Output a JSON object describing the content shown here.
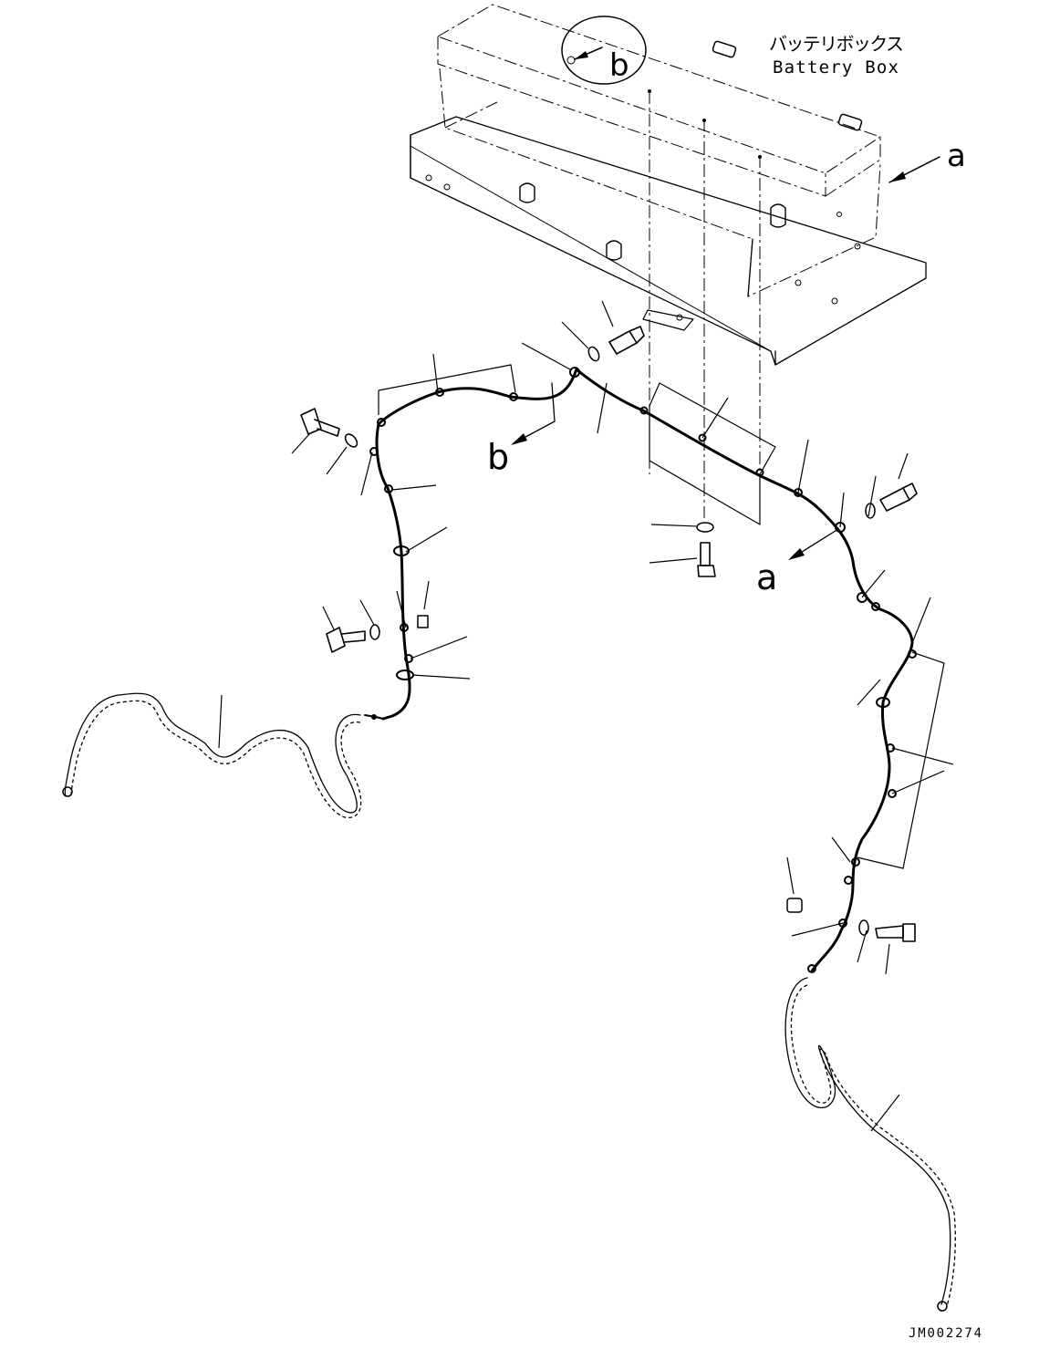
{
  "diagram": {
    "component_label_jp": "バッテリボックス",
    "component_label_en": "Battery Box",
    "view_markers": {
      "a_top": "a",
      "b_detail": "b",
      "b_arrow": "b",
      "a_arrow": "a"
    },
    "drawing_code": "JM002274"
  }
}
